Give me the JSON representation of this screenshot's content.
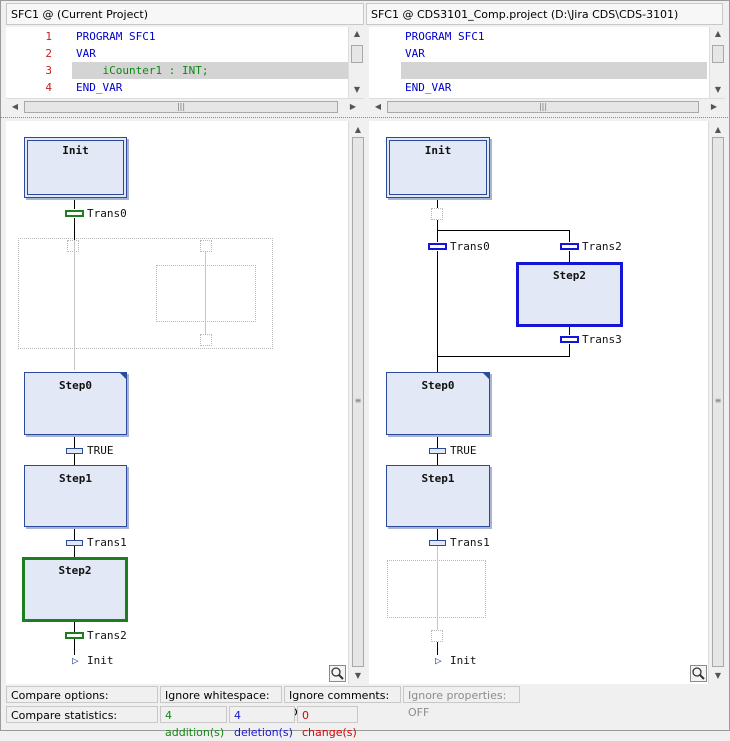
{
  "left": {
    "header": "SFC1 @ (Current Project)",
    "code_lines": [
      {
        "num": "1",
        "text": "PROGRAM SFC1"
      },
      {
        "num": "2",
        "text": "VAR"
      },
      {
        "num": "3",
        "text": "    iCounter1 : INT;"
      },
      {
        "num": "4",
        "text": "END_VAR"
      }
    ],
    "sfc": {
      "init": "Init",
      "trans0": "Trans0",
      "step0": "Step0",
      "true_label": "TRUE",
      "step1": "Step1",
      "trans1": "Trans1",
      "step2": "Step2",
      "trans2": "Trans2",
      "jump": "Init"
    }
  },
  "right": {
    "header": "SFC1 @ CDS3101_Comp.project (D:\\Jira CDS\\CDS-3101)",
    "code_lines": [
      {
        "text": "PROGRAM SFC1"
      },
      {
        "text": "VAR"
      },
      {
        "text": ""
      },
      {
        "text": "END_VAR"
      }
    ],
    "sfc": {
      "init": "Init",
      "trans0": "Trans0",
      "trans2": "Trans2",
      "step2": "Step2",
      "trans3": "Trans3",
      "step0": "Step0",
      "true_label": "TRUE",
      "step1": "Step1",
      "trans1": "Trans1",
      "jump": "Init"
    }
  },
  "status": {
    "options_label": "Compare options:",
    "ignore_whitespace": "Ignore whitespace: OFF",
    "ignore_comments": "Ignore comments: OFF",
    "ignore_properties": "Ignore properties: OFF",
    "stats_label": "Compare statistics:",
    "additions": "4 addition(s)",
    "deletions": "4 deletion(s)",
    "changes": "0 change(s)"
  },
  "colors": {
    "addition": "#118811",
    "deletion": "#1515d8",
    "change": "#dd0000",
    "keyword": "#0000cc"
  },
  "icons": {
    "zoom": "magnifier-icon"
  }
}
